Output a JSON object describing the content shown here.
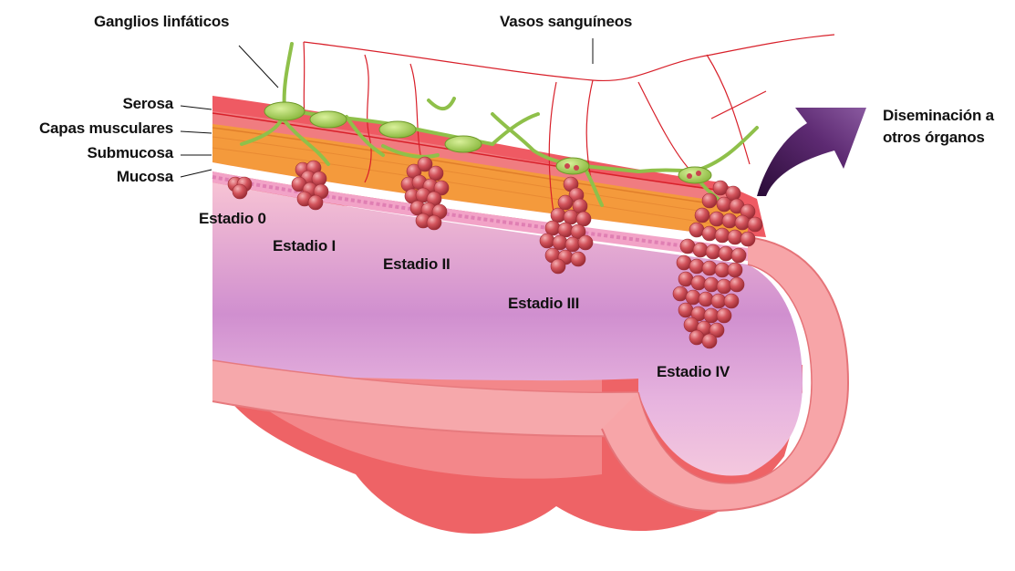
{
  "labels": {
    "lymph_nodes": "Ganglios linfáticos",
    "blood_vessels": "Vasos sanguíneos",
    "serosa": "Serosa",
    "muscle_layers": "Capas musculares",
    "submucosa": "Submucosa",
    "mucosa": "Mucosa",
    "spread_line1": "Diseminación a",
    "spread_line2": "otros órganos"
  },
  "stages": [
    {
      "label": "Estadio 0"
    },
    {
      "label": "Estadio I"
    },
    {
      "label": "Estadio II"
    },
    {
      "label": "Estadio III"
    },
    {
      "label": "Estadio IV"
    }
  ],
  "colors": {
    "serosa": "#ee5a63",
    "muscle": "#f49a3c",
    "submucosa": "#ffffff",
    "mucosa": "#f4b6d0",
    "lumen_light": "#f7c9d6",
    "lumen_mid": "#cc88c8",
    "wall": "#f5a4a7",
    "tumor": "#c9464e",
    "lymph": "#8fc04a",
    "vessel": "#d8202a",
    "arrow": "#4b1a5a"
  }
}
